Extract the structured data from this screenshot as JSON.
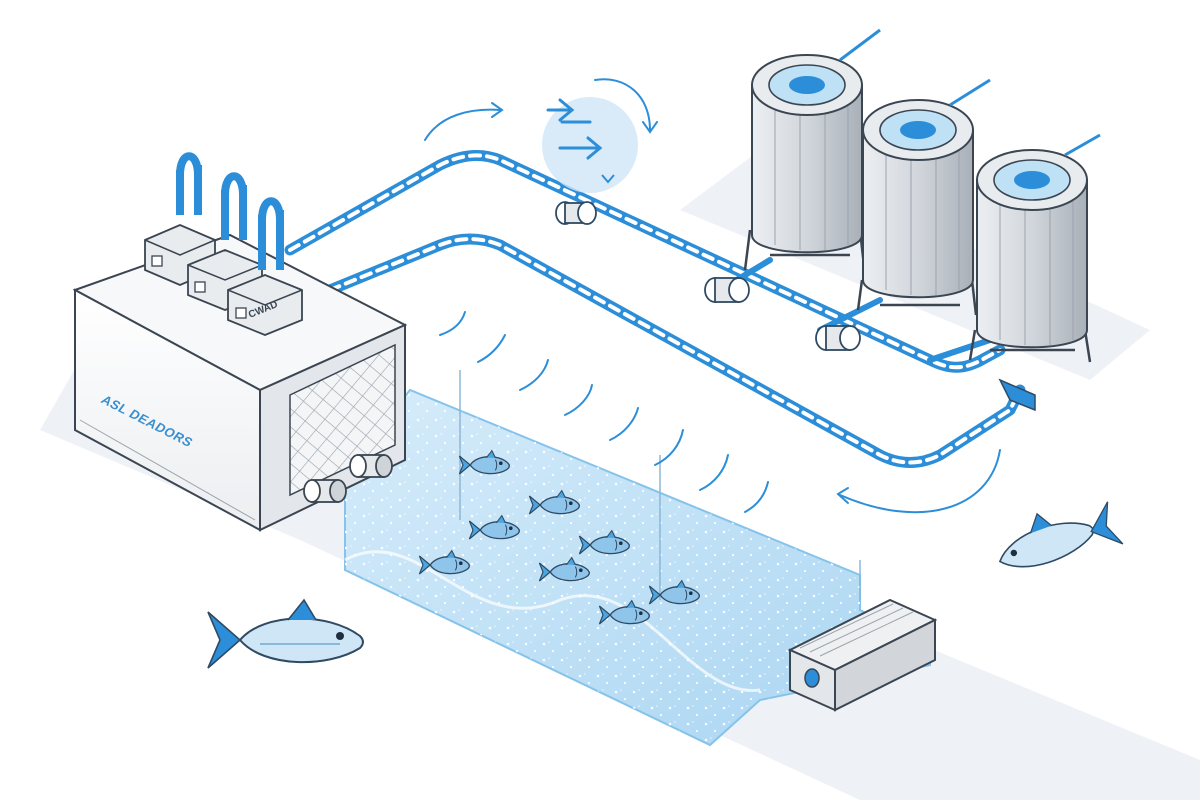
{
  "diagram": {
    "unit_label": "ASL DEADORS",
    "module_label": "CWAD",
    "icons": [
      "filter-unit",
      "pump-module",
      "storage-tank",
      "fish-pool",
      "fish",
      "flow-arrow",
      "pipe-valve",
      "bubbles",
      "sump-box"
    ]
  },
  "colors": {
    "pipe": "#2c8ed8",
    "outline": "#3b4652",
    "water": "#bfe1f6",
    "water_edge": "#86c3ea",
    "tank_body": "#d2d6db",
    "floor": "#eef2f6"
  }
}
